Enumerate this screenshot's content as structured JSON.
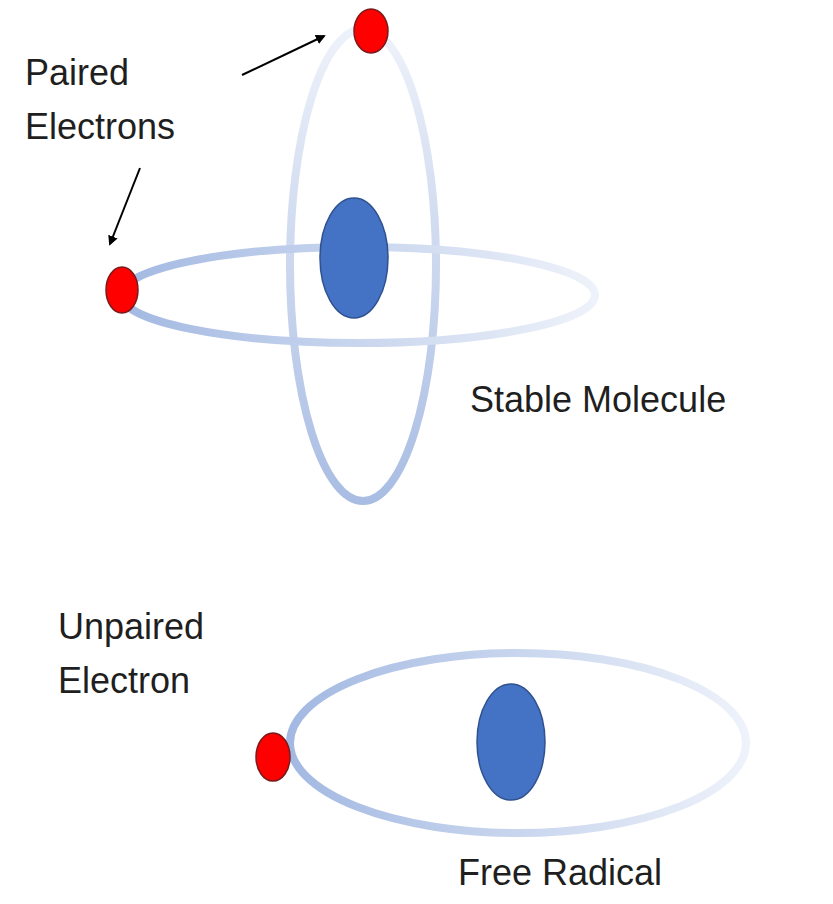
{
  "diagram": {
    "labels": [
      "Paired Electrons",
      "Stable Molecule",
      "Unpaired Electron",
      "Free Radical"
    ]
  }
}
